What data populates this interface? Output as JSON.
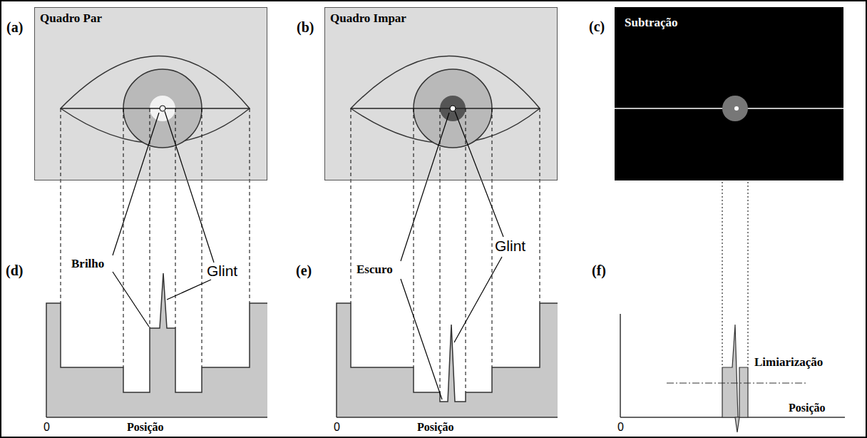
{
  "diagram": {
    "nodes": [
      {
        "text": [
          "(a)",
          "Quadro Par"
        ]
      },
      {
        "text": [
          "(b)",
          "Quadro Impar"
        ]
      },
      {
        "text": [
          "(c)",
          "Subtração"
        ]
      }
    ],
    "labels": [
      "(d)",
      "Brilho",
      "Glint",
      "0",
      "Posição",
      "(e)",
      "Escuro",
      "Glint",
      "0",
      "Posição",
      "(f)",
      "Limiarização",
      "0",
      "Posição"
    ]
  }
}
